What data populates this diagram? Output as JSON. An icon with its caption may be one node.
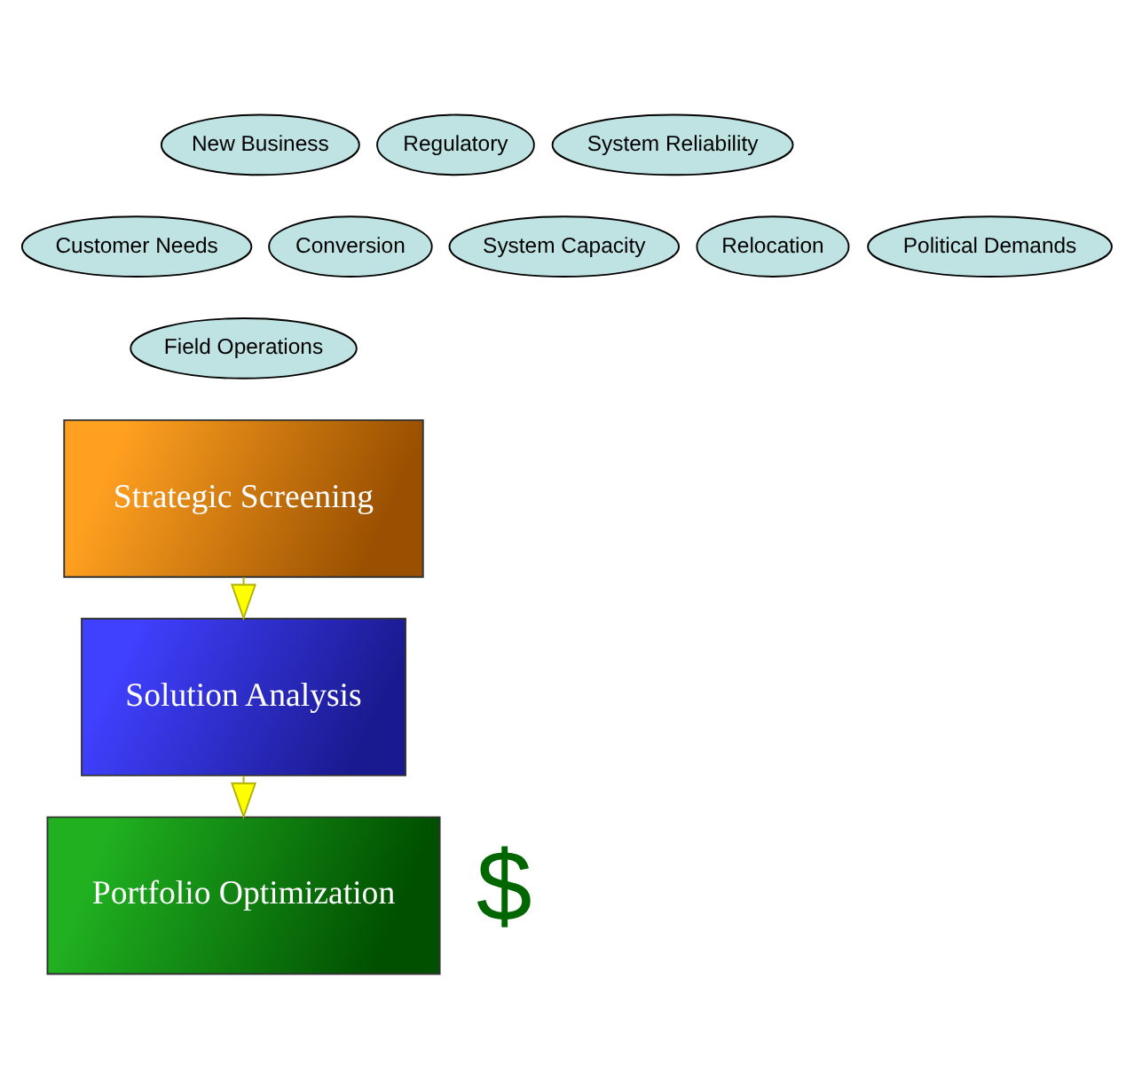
{
  "diagram": {
    "nodes": [
      {
        "text": [
          "New Business"
        ]
      },
      {
        "text": [
          "Regulatory"
        ]
      },
      {
        "text": [
          "System Reliability"
        ]
      },
      {
        "text": [
          "Customer Needs"
        ]
      },
      {
        "text": [
          "Conversion"
        ]
      },
      {
        "text": [
          "System Capacity"
        ]
      },
      {
        "text": [
          "Relocation"
        ]
      },
      {
        "text": [
          "Political Demands"
        ]
      },
      {
        "text": [
          "Field Operations"
        ]
      },
      {
        "text": [
          "Strategic Screening"
        ]
      },
      {
        "text": [
          "Solution Analysis"
        ]
      },
      {
        "text": [
          "Portfolio Optimization"
        ],
        "beside": [
          "$"
        ]
      }
    ],
    "edges": [
      {
        "from": 9,
        "to": 10,
        "arrow": "to"
      },
      {
        "from": 10,
        "to": 11,
        "arrow": "to"
      }
    ]
  }
}
